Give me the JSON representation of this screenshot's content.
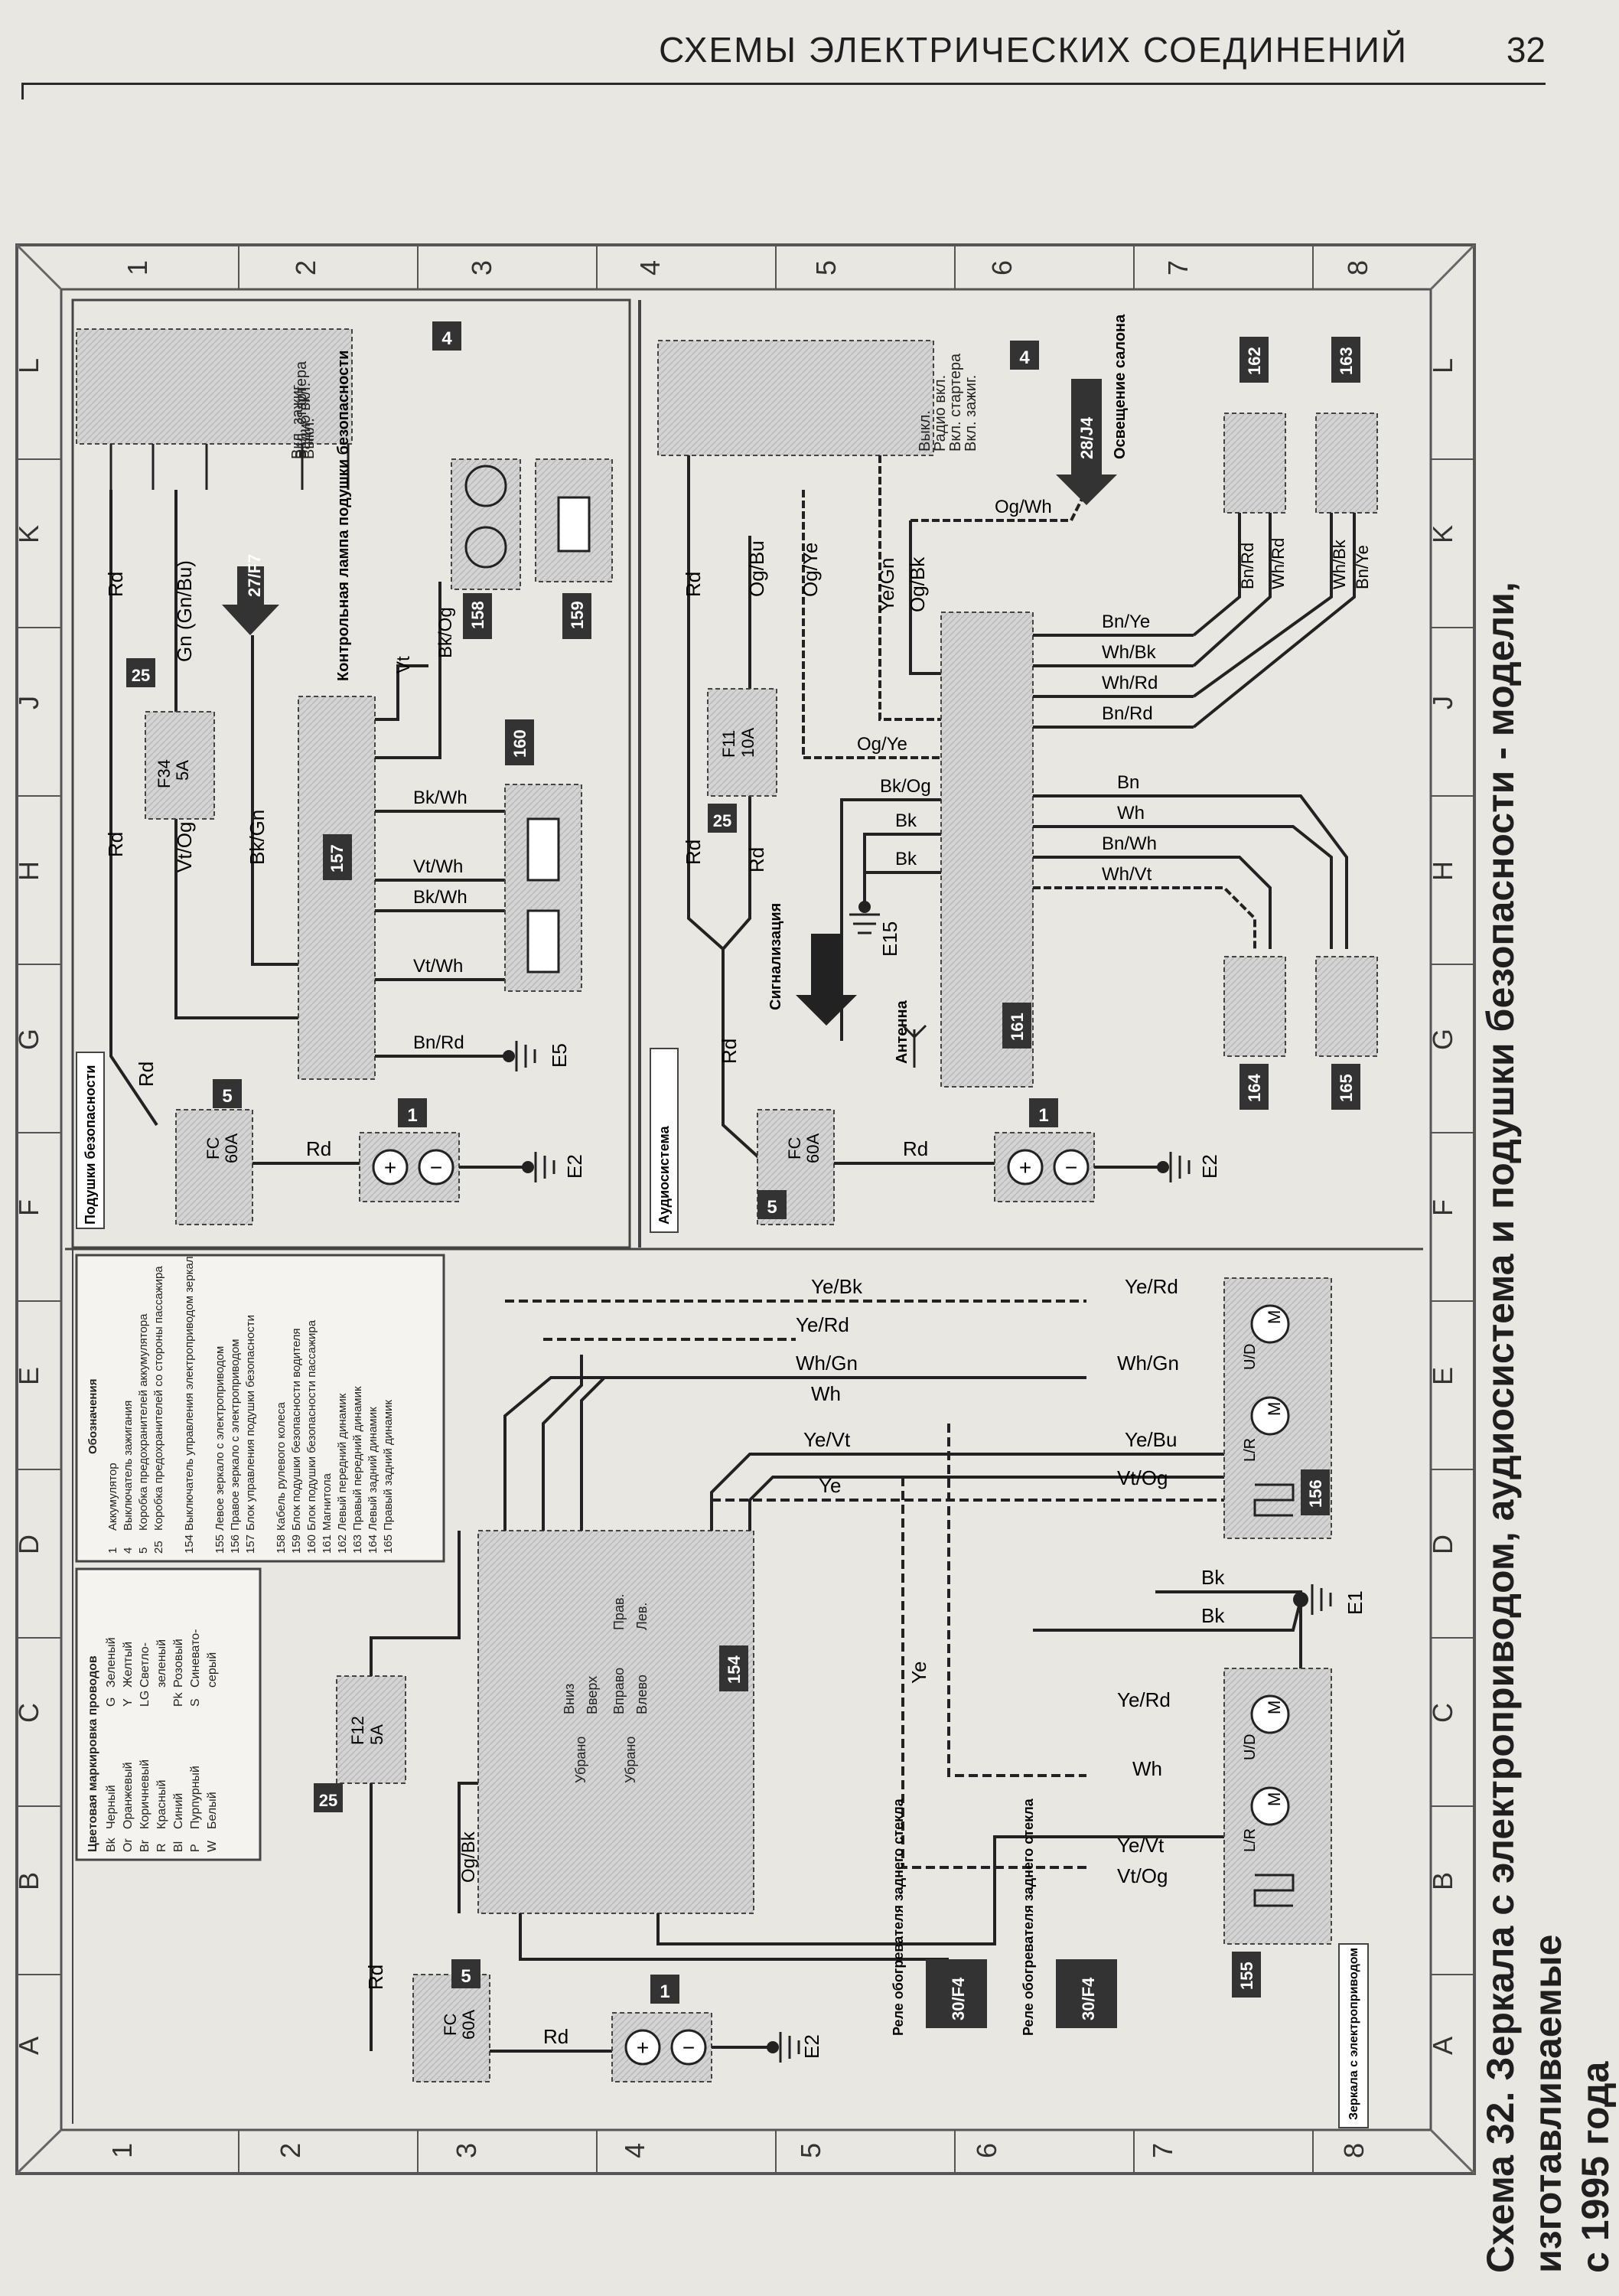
{
  "header": {
    "title": "СХЕМЫ ЭЛЕКТРИЧЕСКИХ СОЕДИНЕНИЙ",
    "page": "32"
  },
  "caption": {
    "line1": "Схема 32. Зеркала с электроприводом, аудиосистема и подушки безопасности - модели, изготавливаемые",
    "line2": "с 1995 года"
  },
  "grid": {
    "rows": [
      "1",
      "2",
      "3",
      "4",
      "5",
      "6",
      "7",
      "8"
    ],
    "cols": [
      "A",
      "B",
      "C",
      "D",
      "E",
      "F",
      "G",
      "H",
      "J",
      "K",
      "L"
    ]
  },
  "colors": {
    "paper": "#e9e7e2",
    "frame": "#8e8e8e",
    "wire": "#222222",
    "fill": "#cfcfcf"
  },
  "section_labels": {
    "airbag": "Подушки безопасности",
    "audio": "Аудиосистема",
    "mirror": "Зеркала с электроприводом"
  },
  "color_legend": {
    "title": "Цветовая маркировка проводов",
    "items": [
      [
        "Bk",
        "Черный"
      ],
      [
        "Or",
        "Оранжевый"
      ],
      [
        "Br",
        "Коричневый"
      ],
      [
        "R",
        "Красный"
      ],
      [
        "Bl",
        "Синий"
      ],
      [
        "P",
        "Пурпурный"
      ],
      [
        "W",
        "Белый"
      ],
      [
        "G",
        "Зеленый"
      ],
      [
        "Y",
        "Желтый"
      ],
      [
        "LG",
        "Светло-"
      ],
      [
        "",
        "зеленый"
      ],
      [
        "Pk",
        "Розовый"
      ],
      [
        "S",
        "Синевато-"
      ],
      [
        "",
        "серый"
      ]
    ]
  },
  "designations": {
    "title": "Обозначения",
    "items": [
      [
        "1",
        "Аккумулятор"
      ],
      [
        "4",
        "Выключатель зажигания"
      ],
      [
        "5",
        "Коробка предохранителей аккумулятора"
      ],
      [
        "25",
        "Коробка предохранителей со стороны пассажира"
      ],
      [
        "154",
        "Выключатель управления электроприводом зеркал"
      ],
      [
        "155",
        "Левое зеркало с электроприводом"
      ],
      [
        "156",
        "Правое зеркало с электроприводом"
      ],
      [
        "157",
        "Блок управления подушки безопасности"
      ],
      [
        "158",
        "Кабель рулевого колеса"
      ],
      [
        "159",
        "Блок подушки безопасности водителя"
      ],
      [
        "160",
        "Блок подушки безопасности пассажира"
      ],
      [
        "161",
        "Магнитола"
      ],
      [
        "162",
        "Левый передний динамик"
      ],
      [
        "163",
        "Правый передний динамик"
      ],
      [
        "164",
        "Левый задний динамик"
      ],
      [
        "165",
        "Правый задний динамик"
      ]
    ]
  },
  "components": {
    "battery": "1",
    "fuse_box": "5",
    "fuse_pass": "25",
    "ign": "4",
    "sw154": "154",
    "m155": "155",
    "m156": "156",
    "ecu157": "157",
    "c158": "158",
    "a159": "159",
    "a160": "160",
    "r161": "161",
    "s162": "162",
    "s163": "163",
    "s164": "164",
    "s165": "165"
  },
  "fuses": {
    "fc": "FC",
    "fc_rating": "60A",
    "f12": "F12",
    "f12_rating": "5A",
    "f34": "F34",
    "f34_rating": "5A",
    "f11": "F11",
    "f11_rating": "10A"
  },
  "grounds": {
    "e1": "E1",
    "e2": "E2",
    "e5": "E5",
    "e15": "E15"
  },
  "refs": {
    "r27": "27/F7",
    "r28": "28/J4",
    "r30": "30/F4"
  },
  "notes": {
    "lamp": "Контрольная лампа подушки безопасности",
    "light": "Освещение салона",
    "antenna": "Антенна",
    "alarm": "Сигнализация",
    "heater": "Реле обогревателя заднего стекла",
    "ign_pos": [
      "Вкл. зажиг.",
      "Вкл. стартера",
      "Радио вкл.",
      "Выкл."
    ],
    "mirror_sw": [
      "Вниз",
      "Вверх",
      "Вправо",
      "Влево",
      "Прав.",
      "Лев.",
      "Убрано"
    ]
  },
  "wires": {
    "rd": "Rd",
    "ogbk": "Og/Bk",
    "ye": "Ye",
    "yevt": "Ye/Vt",
    "wh": "Wh",
    "whgn": "Wh/Gn",
    "yerd": "Ye/Rd",
    "yebk": "Ye/Bk",
    "yebu": "Ye/Bu",
    "vtog": "Vt/Og",
    "bk": "Bk",
    "gngnbu": "Gn (Gn/Bu)",
    "bkgn": "Bk/Gn",
    "bkwh": "Bk/Wh",
    "vtwh": "Vt/Wh",
    "bnrd": "Bn/Rd",
    "vt": "Vt",
    "bkog": "Bk/Og",
    "ogbu": "Og/Bu",
    "ogye": "Og/Ye",
    "yegn": "Ye/Gn",
    "ogwh": "Og/Wh",
    "bnye": "Bn/Ye",
    "whbk": "Wh/Bk",
    "whrd": "Wh/Rd",
    "bn": "Bn",
    "bnwh": "Bn/Wh",
    "whvt": "Wh/Vt",
    "lr": "L/R",
    "ud": "U/D",
    "m": "M"
  },
  "pins": {
    "p1": "1",
    "p2": "2",
    "p3": "3",
    "p4": "4",
    "p5": "5",
    "p6": "6",
    "p7": "7",
    "p8": "8"
  }
}
